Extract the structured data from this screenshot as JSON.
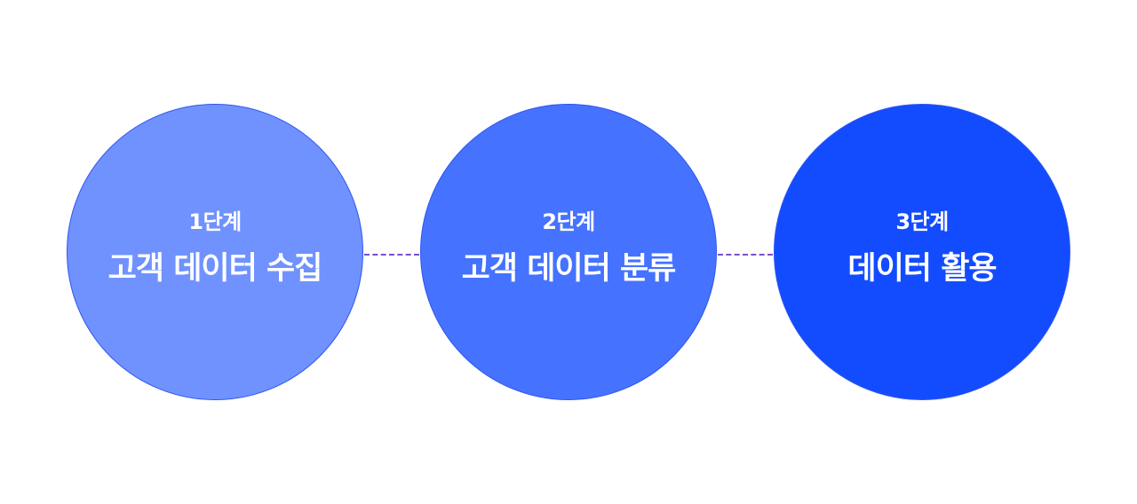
{
  "steps": [
    {
      "label": "1단계",
      "title": "고객 데이터 수집",
      "color": "#7092ff"
    },
    {
      "label": "2단계",
      "title": "고객 데이터 분류",
      "color": "#4572ff"
    },
    {
      "label": "3단계",
      "title": "데이터 활용",
      "color": "#134cff"
    }
  ],
  "connector_color": "#7a4fd0"
}
